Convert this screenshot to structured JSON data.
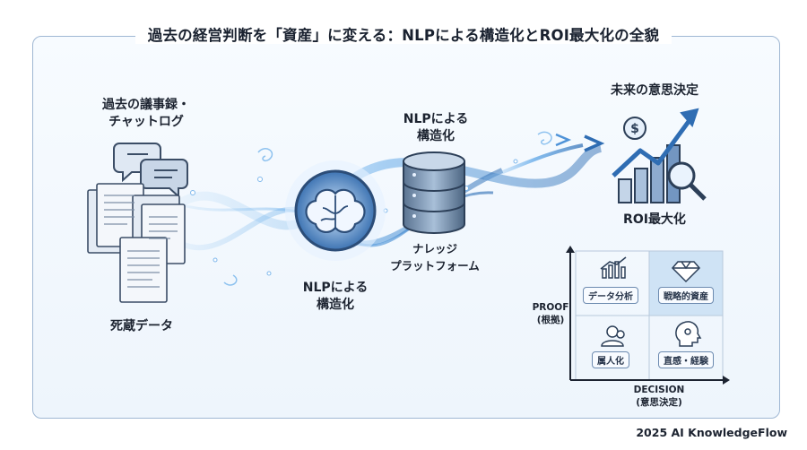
{
  "title": "過去の経営判断を「資産」に変える：NLPによる構造化とROI最大化の全貌",
  "sources": {
    "minutes_line1": "過去の議事録・",
    "minutes_line2": "チャットログ",
    "dead_data": "死蔵データ"
  },
  "process": {
    "nlp_center_line1": "NLPによる",
    "nlp_center_line2": "構造化",
    "nlp_top_line1": "NLPによる",
    "nlp_top_line2": "構造化",
    "platform_line1": "ナレッジ",
    "platform_line2": "プラットフォーム"
  },
  "outcome": {
    "future_decision": "未来の意思決定",
    "roi": "ROI最大化"
  },
  "matrix": {
    "y_axis_line1": "PROOF",
    "y_axis_line2": "(根拠)",
    "x_axis_line1": "DECISION",
    "x_axis_line2": "(意思決定)",
    "top_left": "データ分析",
    "top_right": "戦略的資産",
    "bottom_left": "属人化",
    "bottom_right": "直感・経験"
  },
  "footer": "2025 AI KnowledgeFlow",
  "colors": {
    "accent": "#2f6db3",
    "flow": "#5aa5e6",
    "highlight_cell": "#cfe3f5"
  }
}
